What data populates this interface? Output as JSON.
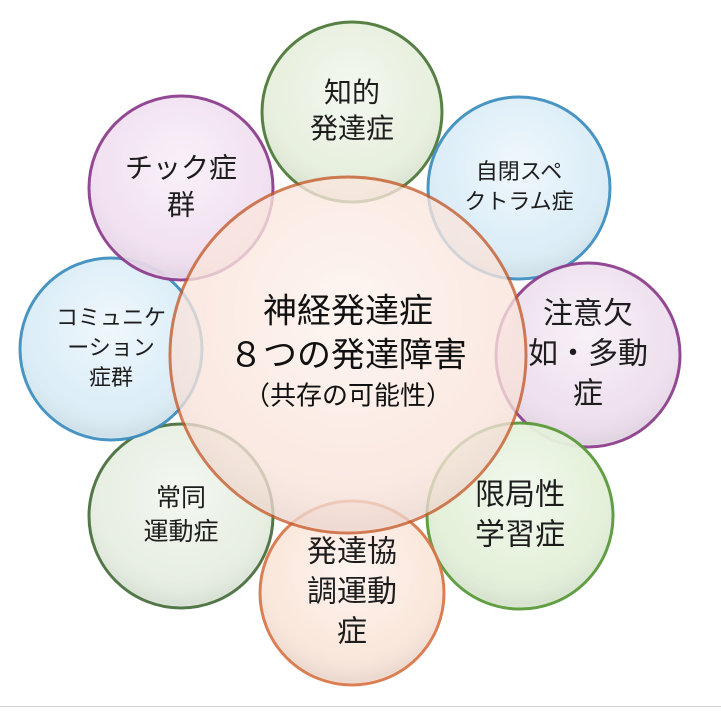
{
  "diagram": {
    "center": {
      "lines": [
        "神経発達症",
        "８つの発達障害",
        "（共存の可能性）"
      ],
      "fill": "#fbe5dc",
      "stroke": "#c55a2a"
    },
    "nodes": [
      {
        "id": "intellectual",
        "lines": [
          "知的",
          "発達症"
        ],
        "fill": "#e7f0de",
        "stroke": "#4e7a3a"
      },
      {
        "id": "autism",
        "lines": [
          "自閉スペ",
          "クトラム症"
        ],
        "fill": "#dceef8",
        "stroke": "#3f8fbf"
      },
      {
        "id": "adhd",
        "lines": [
          "注意欠",
          "如・多動",
          "症"
        ],
        "fill": "#efe0ef",
        "stroke": "#8e3f8e"
      },
      {
        "id": "learning",
        "lines": [
          "限局性",
          "学習症"
        ],
        "fill": "#e4f1da",
        "stroke": "#5a9a3a"
      },
      {
        "id": "coordination",
        "lines": [
          "発達協",
          "調運動",
          "症"
        ],
        "fill": "#fbe7dc",
        "stroke": "#d9784a"
      },
      {
        "id": "stereotypic",
        "lines": [
          "常同",
          "運動症"
        ],
        "fill": "#e7efe2",
        "stroke": "#4a7040"
      },
      {
        "id": "communication",
        "lines": [
          "コミュニケ",
          "ーション",
          "症群"
        ],
        "fill": "#dceef8",
        "stroke": "#3f8fbf"
      },
      {
        "id": "tic",
        "lines": [
          "チック症",
          "群"
        ],
        "fill": "#f2e1f2",
        "stroke": "#8e3f8e"
      }
    ]
  }
}
